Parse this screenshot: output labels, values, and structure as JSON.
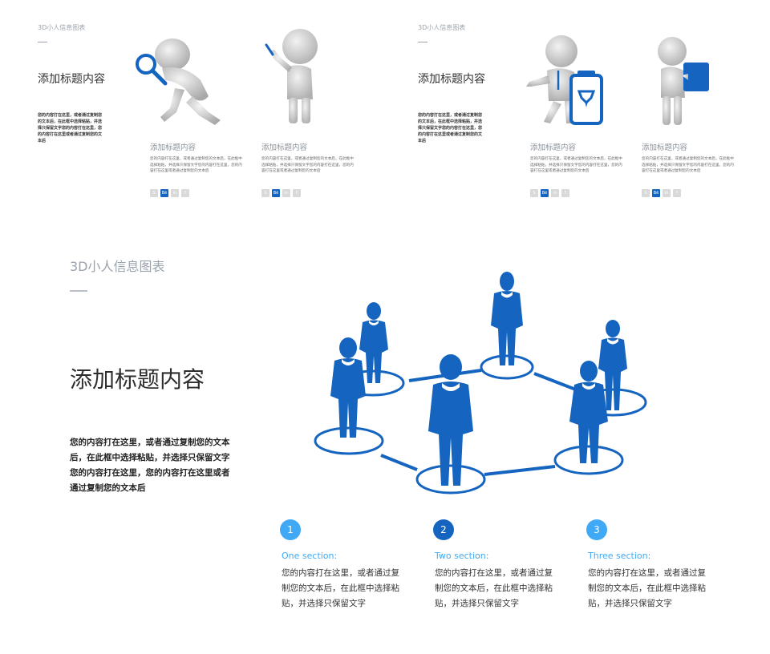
{
  "panels": [
    {
      "caption": "3D小人信息图表",
      "title": "添加标题内容",
      "body": "您的内容打在这里，或者通过复制您的文本后，在此框中选择粘贴，并选择只保留文字您的内容打在这里，您的内容打在这里或者通过复制您的文本后",
      "cards": [
        {
          "figure": "magnifier-figure-icon",
          "title": "添加标题内容",
          "body": "您的内容打在这里，或者通过复制您的文本后，在此框中选择粘贴，并选择只保留文字您的内容打在这里，您的内容打在这里或者通过复制您的文本后",
          "social": [
            "skype-icon",
            "Bē",
            "in",
            "f"
          ]
        },
        {
          "figure": "pen-figure-icon",
          "title": "添加标题内容",
          "body": "您的内容打在这里，或者通过复制您的文本后，在此框中选择粘贴，并选择只保留文字您的内容打在这里，您的内容打在这里或者通过复制您的文本后",
          "social": [
            "skype-icon",
            "Bē",
            "in",
            "f"
          ]
        }
      ]
    },
    {
      "caption": "3D小人信息图表",
      "title": "添加标题内容",
      "body": "您的内容打在这里，或者通过复制您的文本后，在此框中选择粘贴，并选择只保留文字您的内容打在这里，您的内容打在这里或者通过复制您的文本后",
      "cards": [
        {
          "figure": "clipboard-figure-icon",
          "title": "添加标题内容",
          "body": "您的内容打在这里，或者通过复制您的文本后，在此框中选择粘贴，并选择只保留文字您的内容打在这里，您的内容打在这里或者通过复制您的文本后",
          "social": [
            "skype-icon",
            "Bē",
            "in",
            "f"
          ]
        },
        {
          "figure": "folder-figure-icon",
          "title": "添加标题内容",
          "body": "您的内容打在这里，或者通过复制您的文本后，在此框中选择粘贴，并选择只保留文字您的内容打在这里，您的内容打在这里或者通过复制您的文本后",
          "social": [
            "skype-icon",
            "Bē",
            "in",
            "f"
          ]
        }
      ]
    }
  ],
  "main": {
    "caption": "3D小人信息图表",
    "title": "添加标题内容",
    "body": "您的内容打在这里，或者通过复制您的文本后，在此框中选择粘贴，并选择只保留文字您的内容打在这里，您的内容打在这里或者通过复制您的文本后",
    "sections": [
      {
        "number": "1",
        "title": "One section:",
        "body": "您的内容打在这里，或者通过复制您的文本后，在此框中选择粘贴，并选择只保留文字",
        "color": "#3fa9f5"
      },
      {
        "number": "2",
        "title": "Two section:",
        "body": "您的内容打在这里，或者通过复制您的文本后，在此框中选择粘贴，并选择只保留文字",
        "color": "#1565c0"
      },
      {
        "number": "3",
        "title": "Three section:",
        "body": "您的内容打在这里，或者通过复制您的文本后，在此框中选择粘贴，并选择只保留文字",
        "color": "#3fa9f5"
      }
    ],
    "network_icon": "people-network-icon"
  },
  "colors": {
    "accent": "#1565c0",
    "light_accent": "#3fa9f5",
    "gray": "#9aa3ad"
  }
}
